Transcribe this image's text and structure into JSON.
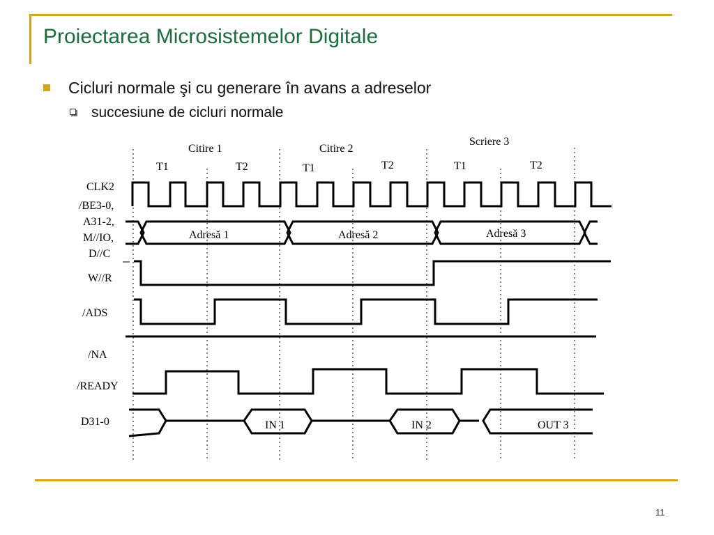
{
  "title": "Proiectarea Microsistemelor Digitale",
  "bullets": {
    "level1": "Cicluri normale şi cu generare în avans a adreselor",
    "level2": "succesiune de cicluri normale"
  },
  "page_number": "11",
  "timing_diagram": {
    "cycles": [
      {
        "label": "Citire 1",
        "states": [
          "T1",
          "T2"
        ]
      },
      {
        "label": "Citire 2",
        "states": [
          "T1",
          "T2"
        ]
      },
      {
        "label": "Scriere 3",
        "states": [
          "T1",
          "T2"
        ]
      }
    ],
    "signals": {
      "clk": "CLK2",
      "bus": [
        "/BE3-0,",
        "A31-2,",
        "M//IO,",
        "D//C"
      ],
      "wr": "W//R",
      "ads": "/ADS",
      "na": "/NA",
      "ready": "/READY",
      "data": "D31-0"
    },
    "bus_values": [
      "Adresă 1",
      "Adresă 2",
      "Adresă 3"
    ],
    "data_values": [
      "IN 1",
      "IN 2",
      "OUT 3"
    ],
    "colors": {
      "accent": "#d6a51c",
      "title": "#1a6e3c"
    }
  }
}
